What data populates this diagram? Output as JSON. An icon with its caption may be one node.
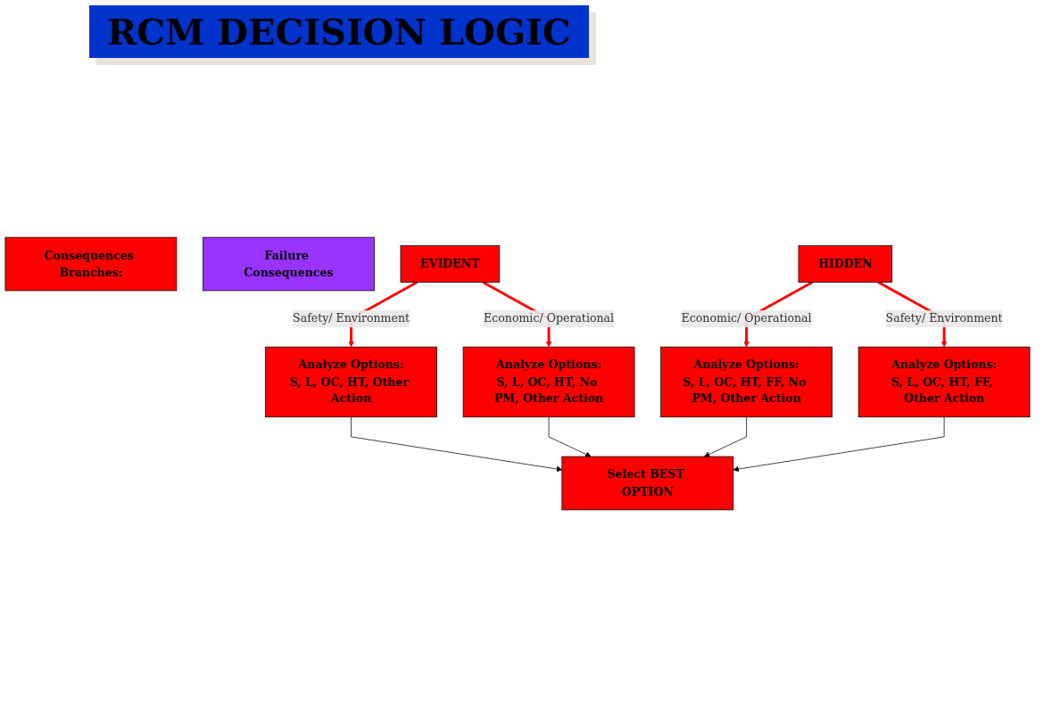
{
  "diagram": {
    "title": "RCM DECISION LOGIC",
    "nodes": [
      {
        "text": [
          "Consequences Branches:"
        ]
      },
      {
        "text": [
          "Failure Consequences"
        ]
      },
      {
        "text": [
          "EVIDENT"
        ]
      },
      {
        "text": [
          "HIDDEN"
        ]
      },
      {
        "text": [
          "Analyze Options:",
          "S, L, OC, HT, Other Action"
        ]
      },
      {
        "text": [
          "Analyze Options:",
          "S, L, OC, HT, No PM, Other Action"
        ]
      },
      {
        "text": [
          "Analyze Options:",
          "S, L, OC, HT, FF, No PM, Other Action"
        ]
      },
      {
        "text": [
          "Analyze Options:",
          "S, L, OC, HT, FF, Other Action"
        ]
      },
      {
        "text": [
          "Select BEST OPTION"
        ]
      }
    ],
    "edges": [
      {
        "from": 2,
        "to": 4,
        "arrow": "to",
        "label": "Safety/ Environment",
        "style": "thick",
        "color": "#ff0000"
      },
      {
        "from": 2,
        "to": 5,
        "arrow": "to",
        "label": "Economic/ Operational",
        "style": "thick",
        "color": "#ff0000"
      },
      {
        "from": 3,
        "to": 6,
        "arrow": "to",
        "label": "Economic/ Operational",
        "style": "thick",
        "color": "#ff0000"
      },
      {
        "from": 3,
        "to": 7,
        "arrow": "to",
        "label": "Safety/ Environment",
        "style": "thick",
        "color": "#ff0000"
      },
      {
        "from": 4,
        "to": 8,
        "arrow": "to",
        "color": "#000000"
      },
      {
        "from": 5,
        "to": 8,
        "arrow": "to",
        "color": "#000000"
      },
      {
        "from": 6,
        "to": 8,
        "arrow": "to",
        "color": "#000000"
      },
      {
        "from": 7,
        "to": 8,
        "arrow": "to",
        "color": "#000000"
      }
    ]
  }
}
